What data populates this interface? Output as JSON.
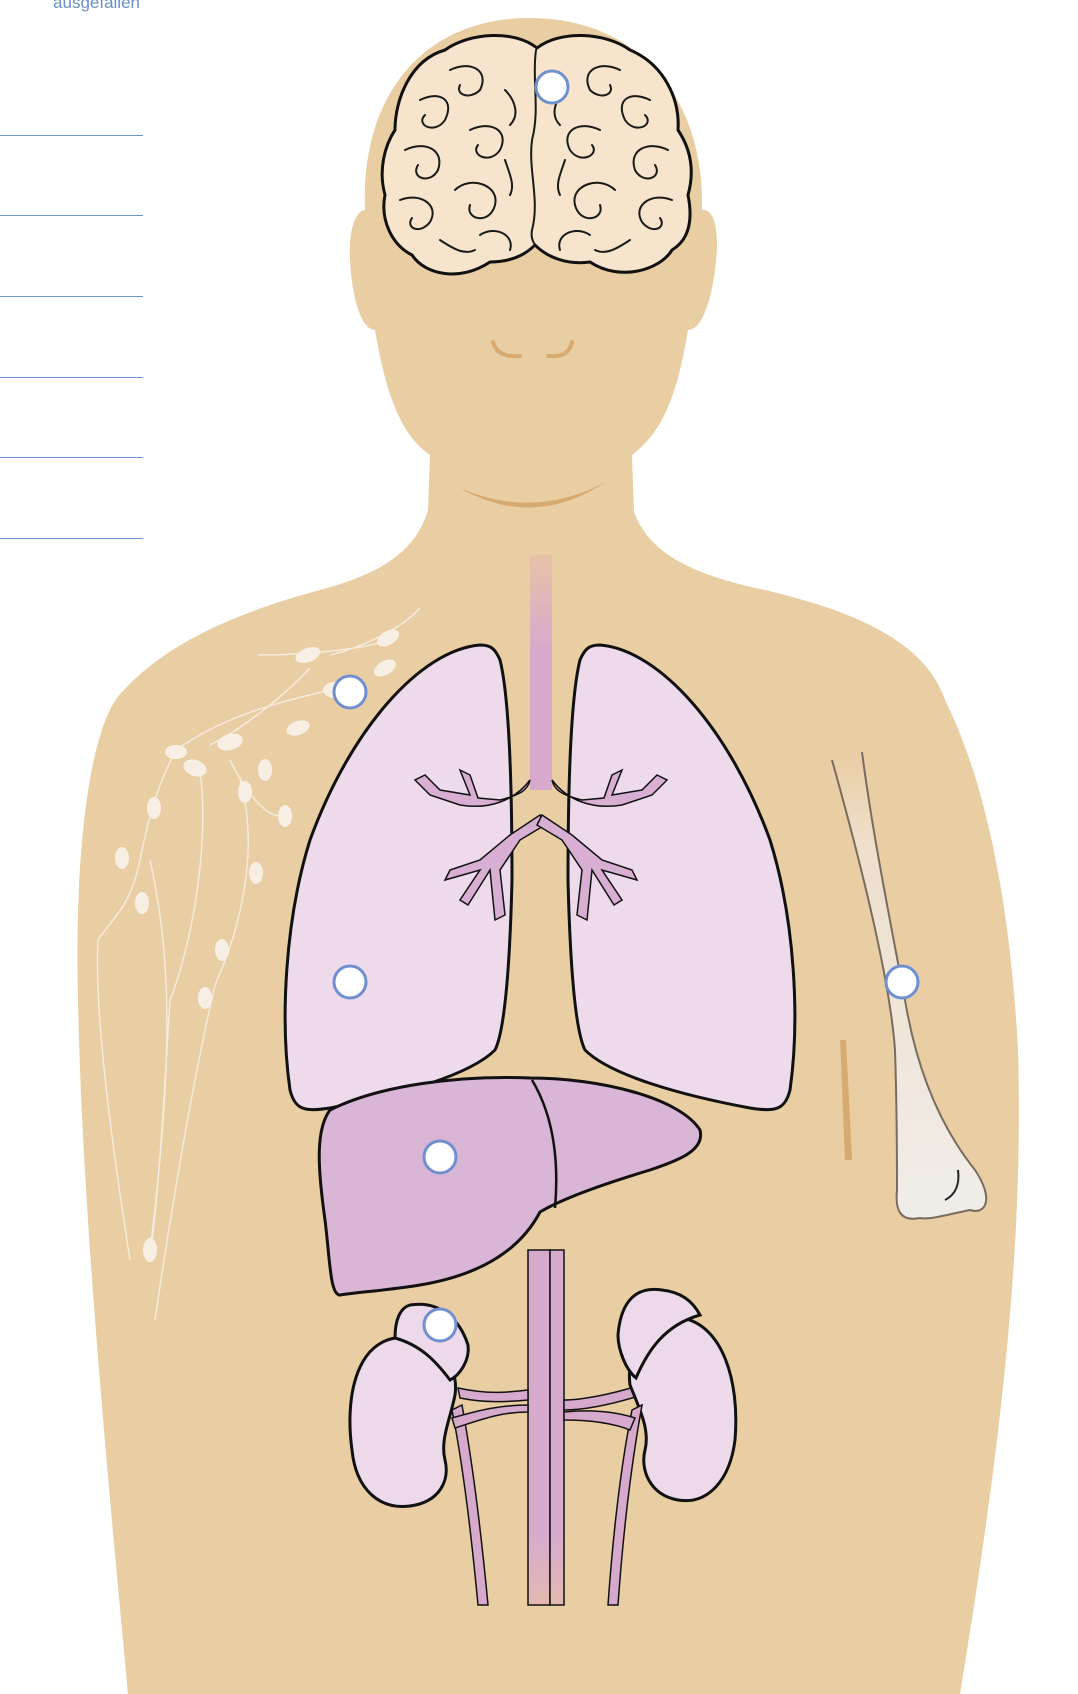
{
  "caption": "ausgefallen",
  "label_lines": [
    "",
    "",
    "",
    "",
    "",
    ""
  ],
  "markers": [
    "brain",
    "lymph-node",
    "lung",
    "bone",
    "liver",
    "adrenal-gland"
  ],
  "colors": {
    "skin": "#eacea3",
    "skin_shadow": "#d8aa70",
    "lung_fill": "#eddbeb",
    "liver_fill": "#dab6d6",
    "kidney_fill": "#ecd9ea",
    "vessel": "#d7aacd",
    "bone": "#f0ede9",
    "brain": "#f6e4cc",
    "marker_ring": "#6f8fce",
    "label_line": "#6f93cf",
    "caption_text": "#6a8fc7"
  }
}
